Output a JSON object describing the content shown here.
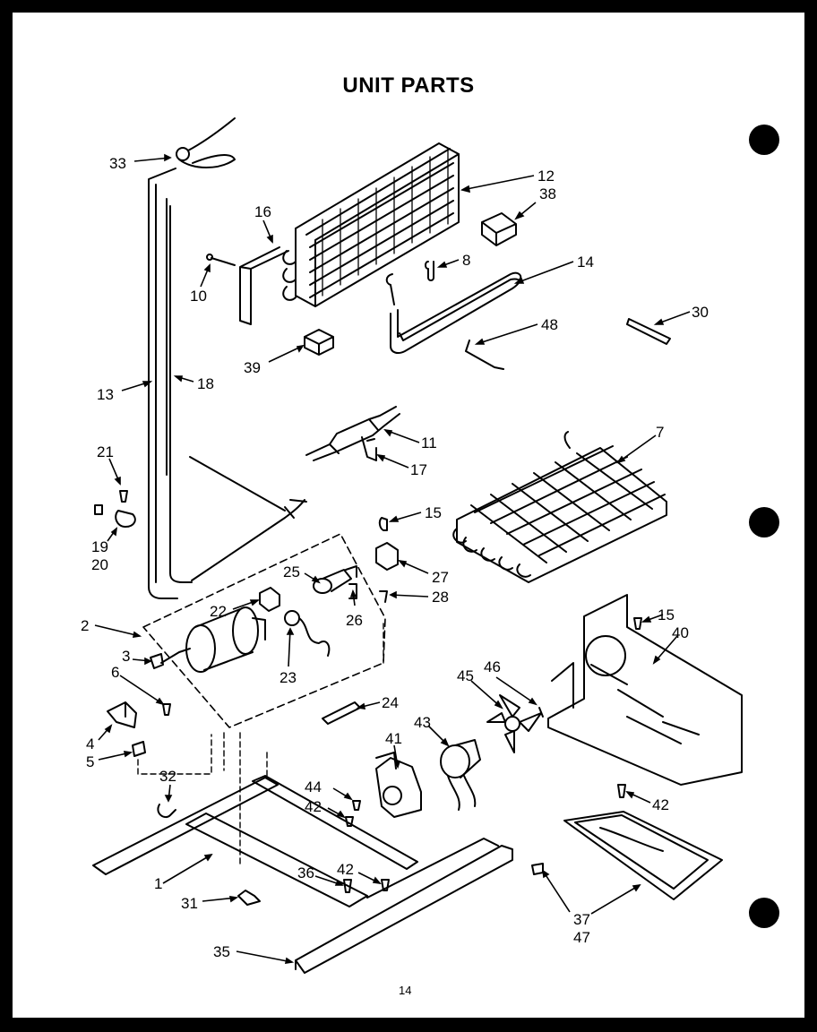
{
  "title": "UNIT PARTS",
  "page_number": "14",
  "callouts": [
    {
      "id": "c1",
      "text": "1"
    },
    {
      "id": "c2",
      "text": "2"
    },
    {
      "id": "c3",
      "text": "3"
    },
    {
      "id": "c4",
      "text": "4"
    },
    {
      "id": "c5",
      "text": "5"
    },
    {
      "id": "c6",
      "text": "6"
    },
    {
      "id": "c7",
      "text": "7"
    },
    {
      "id": "c8",
      "text": "8"
    },
    {
      "id": "c10",
      "text": "10"
    },
    {
      "id": "c11",
      "text": "11"
    },
    {
      "id": "c12",
      "text": "12"
    },
    {
      "id": "c13",
      "text": "13"
    },
    {
      "id": "c14",
      "text": "14"
    },
    {
      "id": "c15a",
      "text": "15"
    },
    {
      "id": "c15b",
      "text": "15"
    },
    {
      "id": "c16",
      "text": "16"
    },
    {
      "id": "c17",
      "text": "17"
    },
    {
      "id": "c18",
      "text": "18"
    },
    {
      "id": "c19",
      "text": "19"
    },
    {
      "id": "c20",
      "text": "20"
    },
    {
      "id": "c21",
      "text": "21"
    },
    {
      "id": "c22",
      "text": "22"
    },
    {
      "id": "c23",
      "text": "23"
    },
    {
      "id": "c24",
      "text": "24"
    },
    {
      "id": "c25",
      "text": "25"
    },
    {
      "id": "c26",
      "text": "26"
    },
    {
      "id": "c27",
      "text": "27"
    },
    {
      "id": "c28",
      "text": "28"
    },
    {
      "id": "c30",
      "text": "30"
    },
    {
      "id": "c31",
      "text": "31"
    },
    {
      "id": "c32",
      "text": "32"
    },
    {
      "id": "c33",
      "text": "33"
    },
    {
      "id": "c35",
      "text": "35"
    },
    {
      "id": "c36",
      "text": "36"
    },
    {
      "id": "c37",
      "text": "37"
    },
    {
      "id": "c38",
      "text": "38"
    },
    {
      "id": "c39",
      "text": "39"
    },
    {
      "id": "c40",
      "text": "40"
    },
    {
      "id": "c41",
      "text": "41"
    },
    {
      "id": "c42a",
      "text": "42"
    },
    {
      "id": "c42b",
      "text": "42"
    },
    {
      "id": "c42c",
      "text": "42"
    },
    {
      "id": "c43",
      "text": "43"
    },
    {
      "id": "c44",
      "text": "44"
    },
    {
      "id": "c45",
      "text": "45"
    },
    {
      "id": "c46",
      "text": "46"
    },
    {
      "id": "c47",
      "text": "47"
    },
    {
      "id": "c48",
      "text": "48"
    }
  ]
}
